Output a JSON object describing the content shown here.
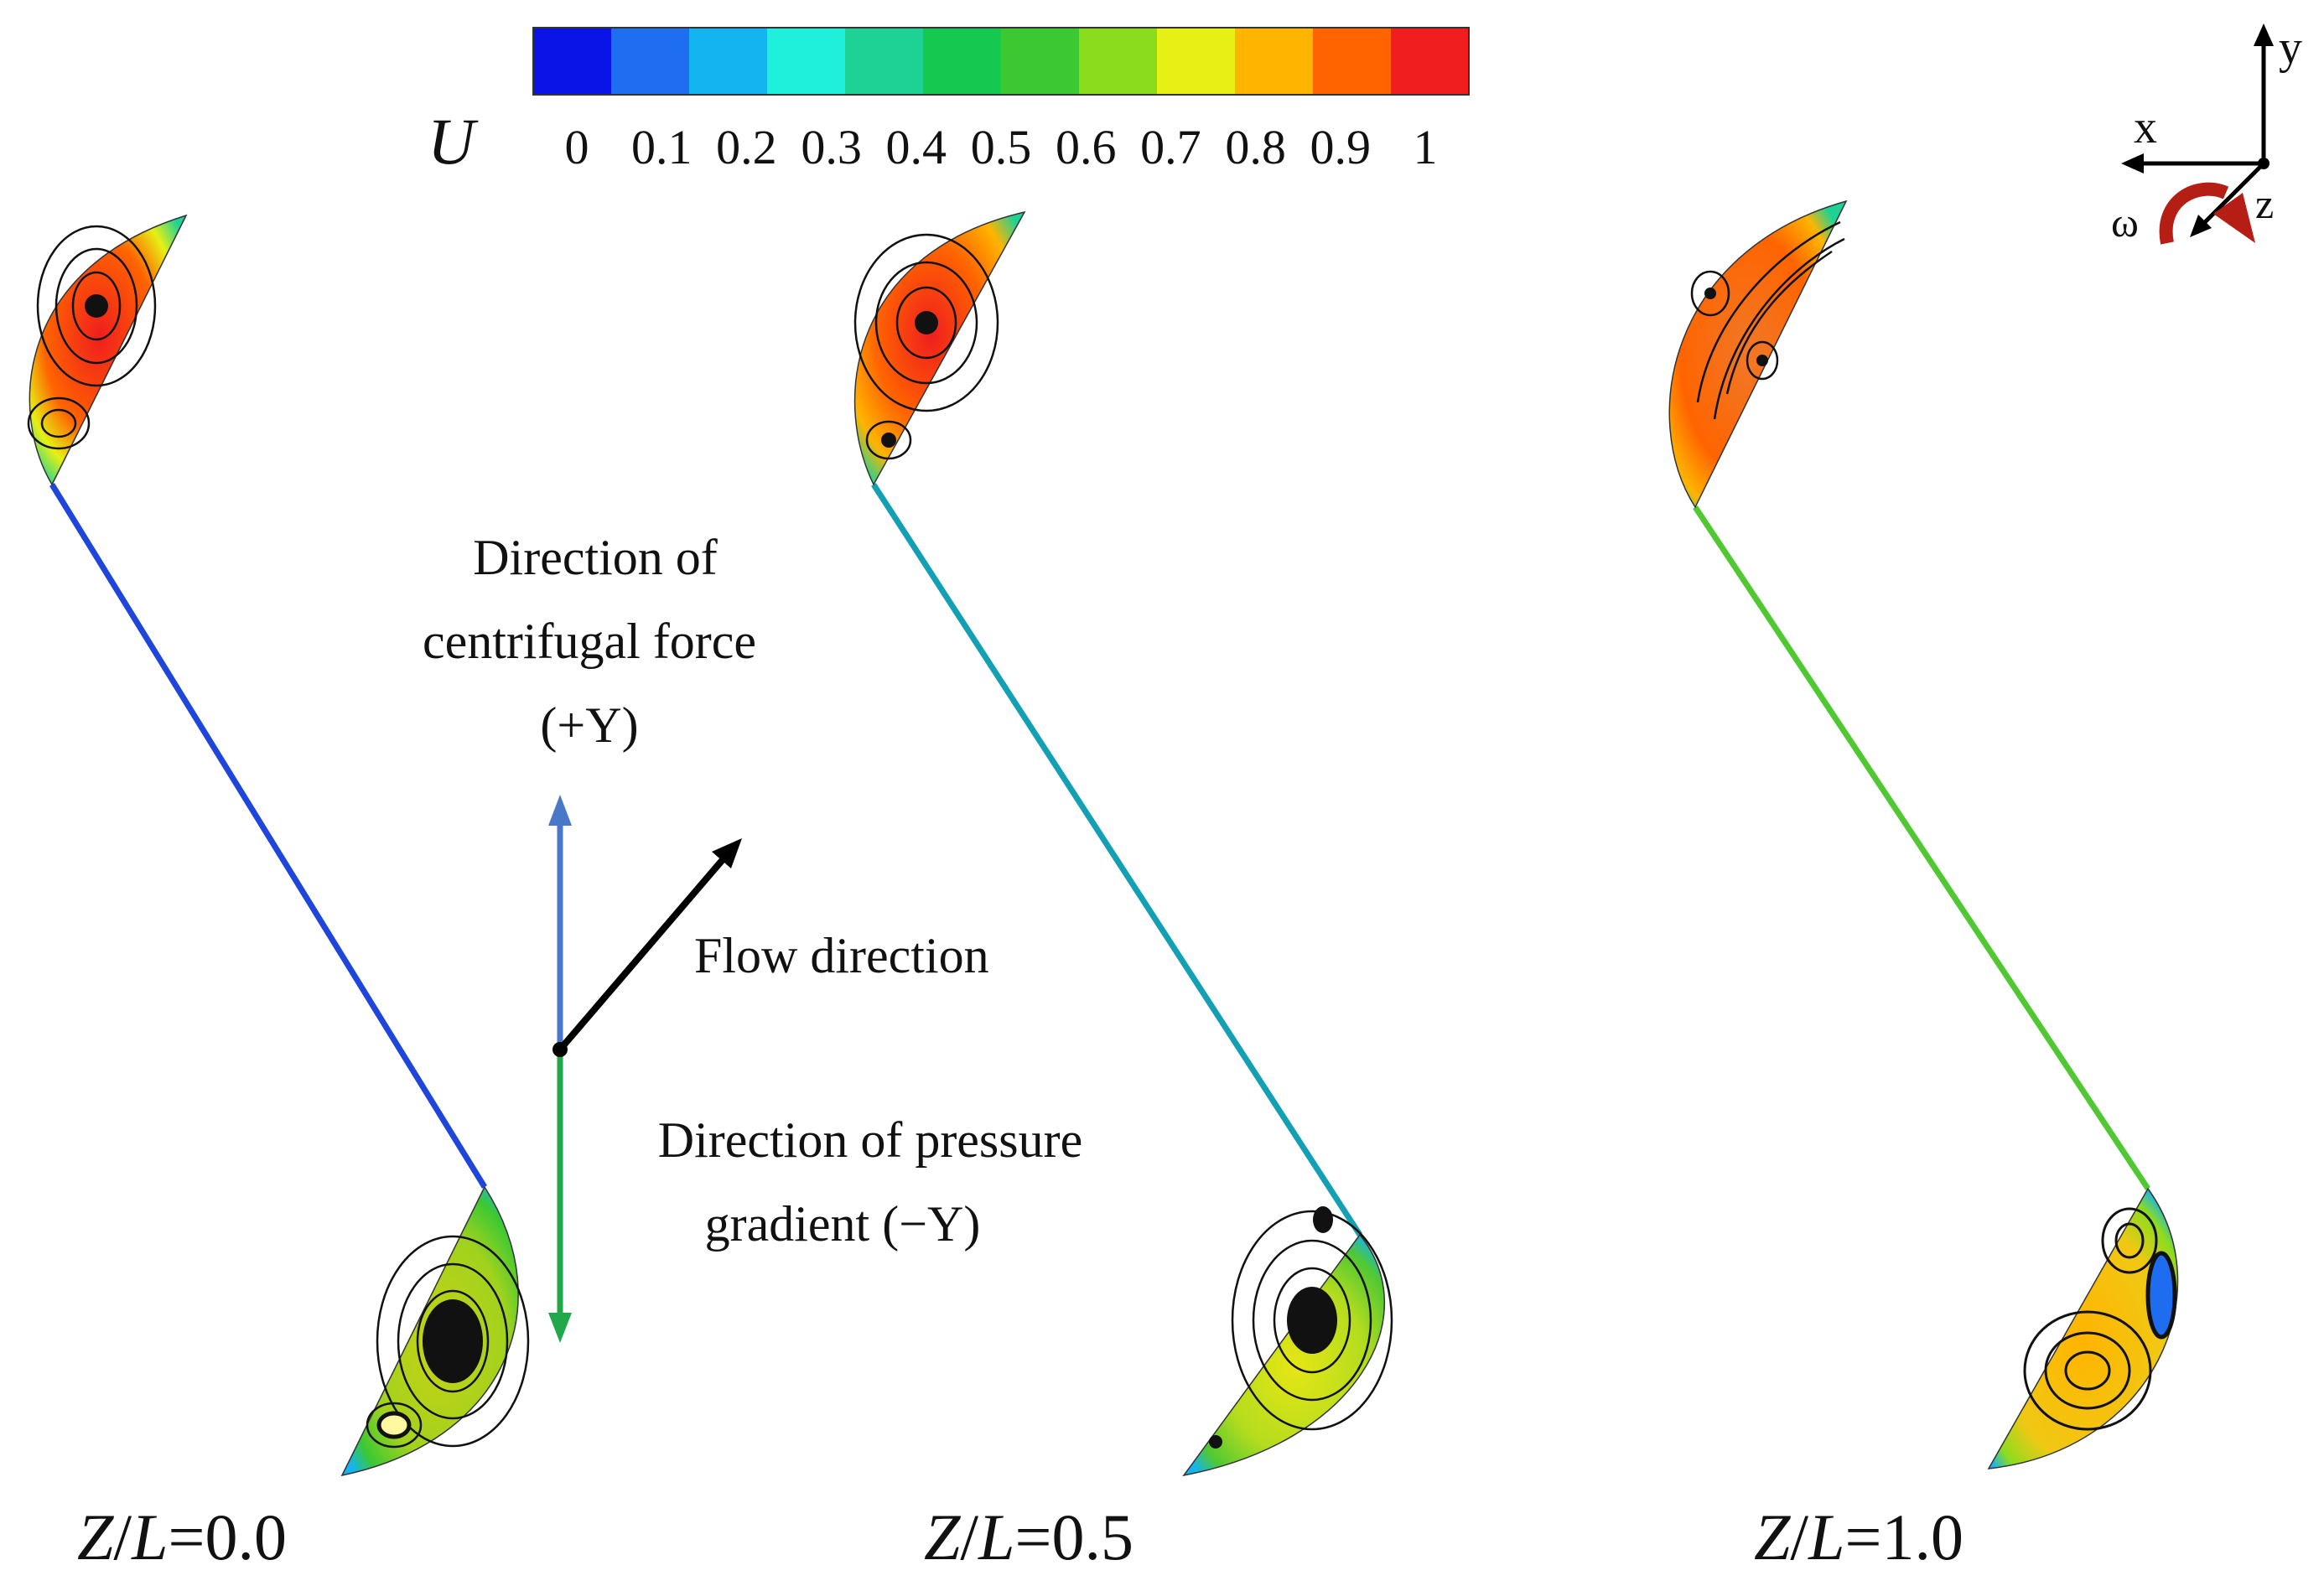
{
  "colorbar": {
    "symbol": "U",
    "ticks": [
      "0",
      "0.1",
      "0.2",
      "0.3",
      "0.4",
      "0.5",
      "0.6",
      "0.7",
      "0.8",
      "0.9",
      "1"
    ],
    "colors": [
      "#0a14e6",
      "#1f6df0",
      "#14b4f0",
      "#1ef0dc",
      "#1ed296",
      "#14c850",
      "#3cc832",
      "#8cdc1e",
      "#e6f014",
      "#ffb400",
      "#ff6400",
      "#f01e1e"
    ]
  },
  "axes": {
    "y_label": "y",
    "x_label": "x",
    "z_label": "z",
    "omega_label": "ω"
  },
  "annotations": {
    "centrifugal_lines": [
      "Direction of",
      "centrifugal force",
      "(+Y)"
    ],
    "flow_direction": "Flow direction",
    "pressure_lines": [
      "Direction of pressure",
      "gradient (−Y)"
    ]
  },
  "panels": [
    {
      "var_z": "Z",
      "var_l": "L",
      "value": "=0.0"
    },
    {
      "var_z": "Z",
      "var_l": "L",
      "value": "=0.5"
    },
    {
      "var_z": "Z",
      "var_l": "L",
      "value": "=1.0"
    }
  ],
  "colors": {
    "centrifugal_arrow": "#4a78c8",
    "pressure_arrow": "#20a84a",
    "flow_arrow": "#000000",
    "rotation_arrow": "#b41e14"
  }
}
